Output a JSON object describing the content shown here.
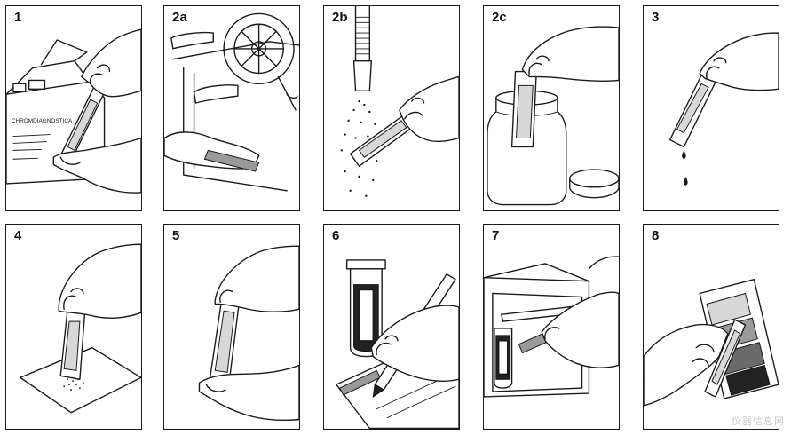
{
  "steps": [
    {
      "label": "1"
    },
    {
      "label": "2a"
    },
    {
      "label": "2b"
    },
    {
      "label": "2c"
    },
    {
      "label": "3"
    },
    {
      "label": "4"
    },
    {
      "label": "5"
    },
    {
      "label": "6"
    },
    {
      "label": "7"
    },
    {
      "label": "8"
    }
  ],
  "illustration_text": {
    "box_brand": "CHROMDIAGNOSTICA"
  },
  "watermark": "仪器信息网"
}
